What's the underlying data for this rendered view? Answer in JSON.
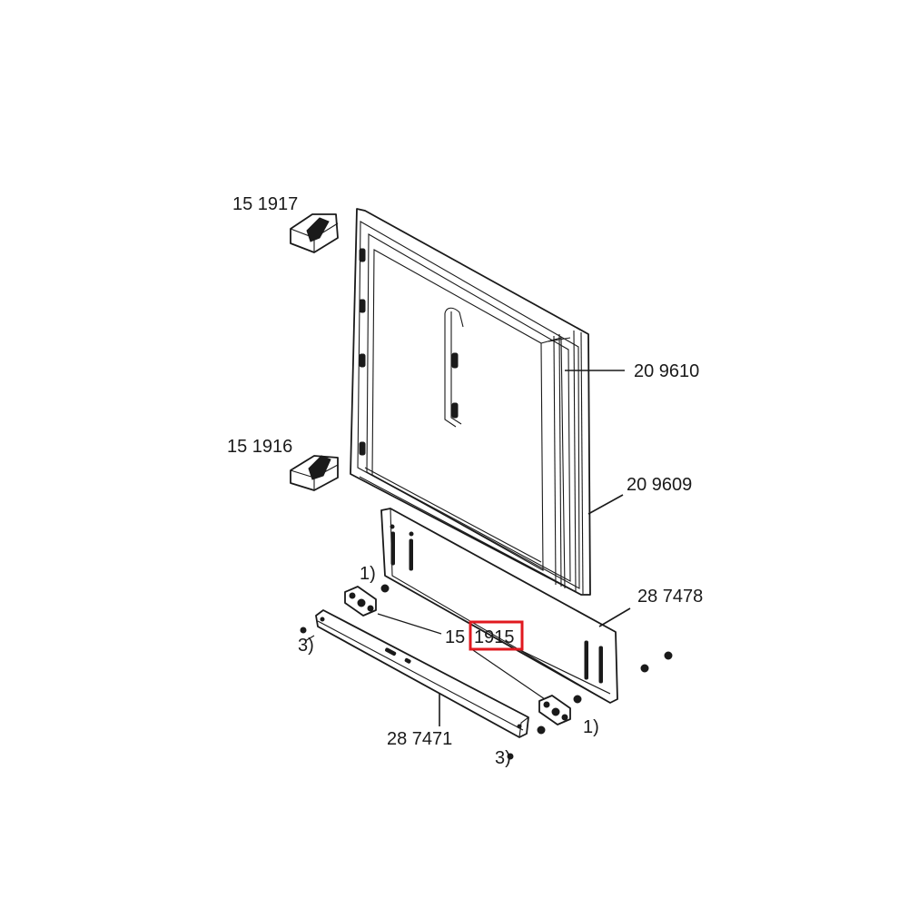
{
  "labels": {
    "p151917": "15 1917",
    "p209610": "20 9610",
    "p151916": "15 1916",
    "p209609": "20 9609",
    "p287478": "28 7478",
    "note1_left": "1)",
    "p151915_prefix": "15",
    "p151915_suffix": "1915",
    "note3_left": "3)",
    "note1_right": "1)",
    "p287471": "28 7471",
    "note3_bottom": "3)"
  },
  "highlight": {
    "color": "#e0191f",
    "target": "1915"
  }
}
